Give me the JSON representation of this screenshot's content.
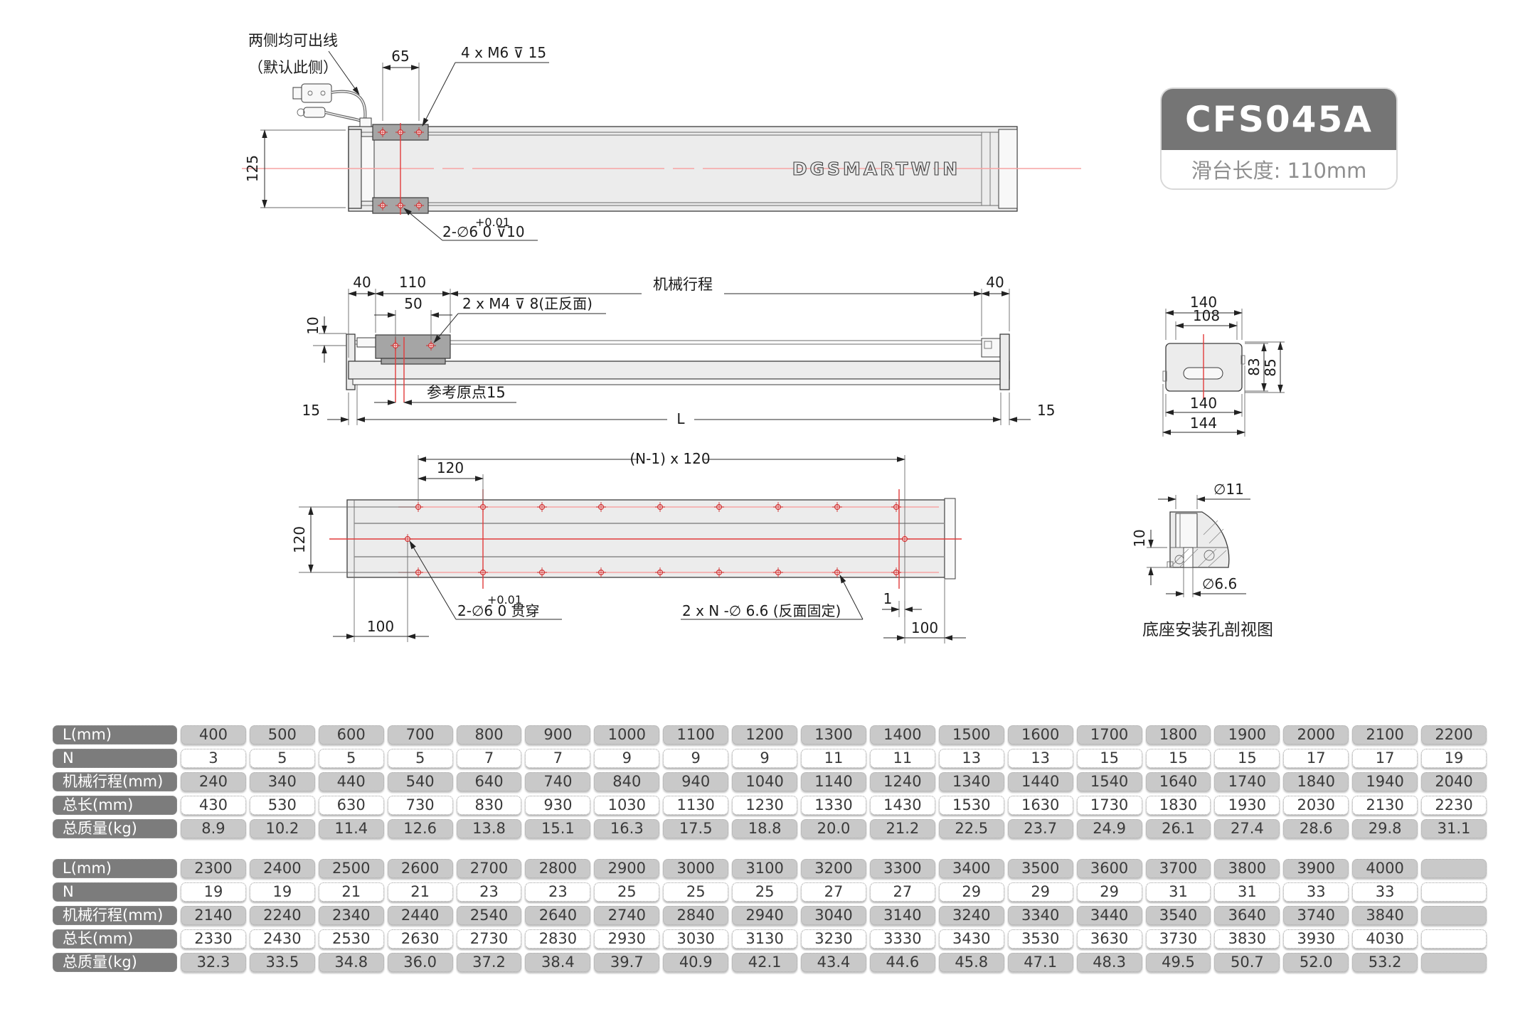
{
  "badge": {
    "model": "CFS045A",
    "slider_length": "滑台长度: 110mm"
  },
  "colors": {
    "accent_red": "#e23b3b",
    "centerline_salmon": "#f6a3a3",
    "header_gray": "#7c7c7c",
    "cell_gray": "#c9c9c9",
    "badge_gray": "#757575"
  },
  "drawing": {
    "logo": "DGSMARTWIN",
    "top": {
      "cable_note_1": "两侧均可出线",
      "cable_note_2": "（默认此侧）",
      "dim_65": "65",
      "m6_note": "4 x M6 ⊽ 15",
      "dim_125": "125",
      "tol_plus": "+0.01",
      "hole_note": "2-∅6  0    ⊽10"
    },
    "side": {
      "dim_40_left": "40",
      "dim_110": "110",
      "stroke_label": "机械行程",
      "dim_40_right": "40",
      "dim_50": "50",
      "m4_note": "2 x M4 ⊽ 8(正反面)",
      "dim_10": "10",
      "origin_note": "参考原点15",
      "dim_15_left": "15",
      "dim_L": "L",
      "dim_15_right": "15"
    },
    "end": {
      "dim_140_top": "140",
      "dim_108": "108",
      "dim_83": "83",
      "dim_85": "85",
      "dim_140_bottom": "140",
      "dim_144": "144"
    },
    "bottom": {
      "pattern_note": "(N-1) x 120",
      "dim_120_h": "120",
      "dim_120_v": "120",
      "dim_100_left": "100",
      "tol_plus": "+0.01",
      "hole_note": "2-∅6  0    贯穿",
      "fix_note": "2 x N -∅ 6.6 (反面固定)",
      "dim_1": "1",
      "dim_100_right": "100"
    },
    "section": {
      "dim_d11": "∅11",
      "dim_10": "10",
      "dim_d66": "∅6.6",
      "caption": "底座安装孔剖视图"
    }
  },
  "spec_tables": [
    {
      "rows": [
        {
          "label": "L(mm)",
          "values": [
            "400",
            "500",
            "600",
            "700",
            "800",
            "900",
            "1000",
            "1100",
            "1200",
            "1300",
            "1400",
            "1500",
            "1600",
            "1700",
            "1800",
            "1900",
            "2000",
            "2100",
            "2200"
          ]
        },
        {
          "label": "N",
          "values": [
            "3",
            "5",
            "5",
            "5",
            "7",
            "7",
            "9",
            "9",
            "9",
            "11",
            "11",
            "13",
            "13",
            "15",
            "15",
            "15",
            "17",
            "17",
            "19"
          ]
        },
        {
          "label": "机械行程(mm)",
          "values": [
            "240",
            "340",
            "440",
            "540",
            "640",
            "740",
            "840",
            "940",
            "1040",
            "1140",
            "1240",
            "1340",
            "1440",
            "1540",
            "1640",
            "1740",
            "1840",
            "1940",
            "2040"
          ]
        },
        {
          "label": "总长(mm)",
          "values": [
            "430",
            "530",
            "630",
            "730",
            "830",
            "930",
            "1030",
            "1130",
            "1230",
            "1330",
            "1430",
            "1530",
            "1630",
            "1730",
            "1830",
            "1930",
            "2030",
            "2130",
            "2230"
          ]
        },
        {
          "label": "总质量(kg)",
          "values": [
            "8.9",
            "10.2",
            "11.4",
            "12.6",
            "13.8",
            "15.1",
            "16.3",
            "17.5",
            "18.8",
            "20.0",
            "21.2",
            "22.5",
            "23.7",
            "24.9",
            "26.1",
            "27.4",
            "28.6",
            "29.8",
            "31.1"
          ]
        }
      ]
    },
    {
      "rows": [
        {
          "label": "L(mm)",
          "values": [
            "2300",
            "2400",
            "2500",
            "2600",
            "2700",
            "2800",
            "2900",
            "3000",
            "3100",
            "3200",
            "3300",
            "3400",
            "3500",
            "3600",
            "3700",
            "3800",
            "3900",
            "4000",
            ""
          ]
        },
        {
          "label": "N",
          "values": [
            "19",
            "19",
            "21",
            "21",
            "23",
            "23",
            "25",
            "25",
            "25",
            "27",
            "27",
            "29",
            "29",
            "29",
            "31",
            "31",
            "33",
            "33",
            ""
          ]
        },
        {
          "label": "机械行程(mm)",
          "values": [
            "2140",
            "2240",
            "2340",
            "2440",
            "2540",
            "2640",
            "2740",
            "2840",
            "2940",
            "3040",
            "3140",
            "3240",
            "3340",
            "3440",
            "3540",
            "3640",
            "3740",
            "3840",
            ""
          ]
        },
        {
          "label": "总长(mm)",
          "values": [
            "2330",
            "2430",
            "2530",
            "2630",
            "2730",
            "2830",
            "2930",
            "3030",
            "3130",
            "3230",
            "3330",
            "3430",
            "3530",
            "3630",
            "3730",
            "3830",
            "3930",
            "4030",
            ""
          ]
        },
        {
          "label": "总质量(kg)",
          "values": [
            "32.3",
            "33.5",
            "34.8",
            "36.0",
            "37.2",
            "38.4",
            "39.7",
            "40.9",
            "42.1",
            "43.4",
            "44.6",
            "45.8",
            "47.1",
            "48.3",
            "49.5",
            "50.7",
            "52.0",
            "53.2",
            ""
          ]
        }
      ]
    }
  ]
}
